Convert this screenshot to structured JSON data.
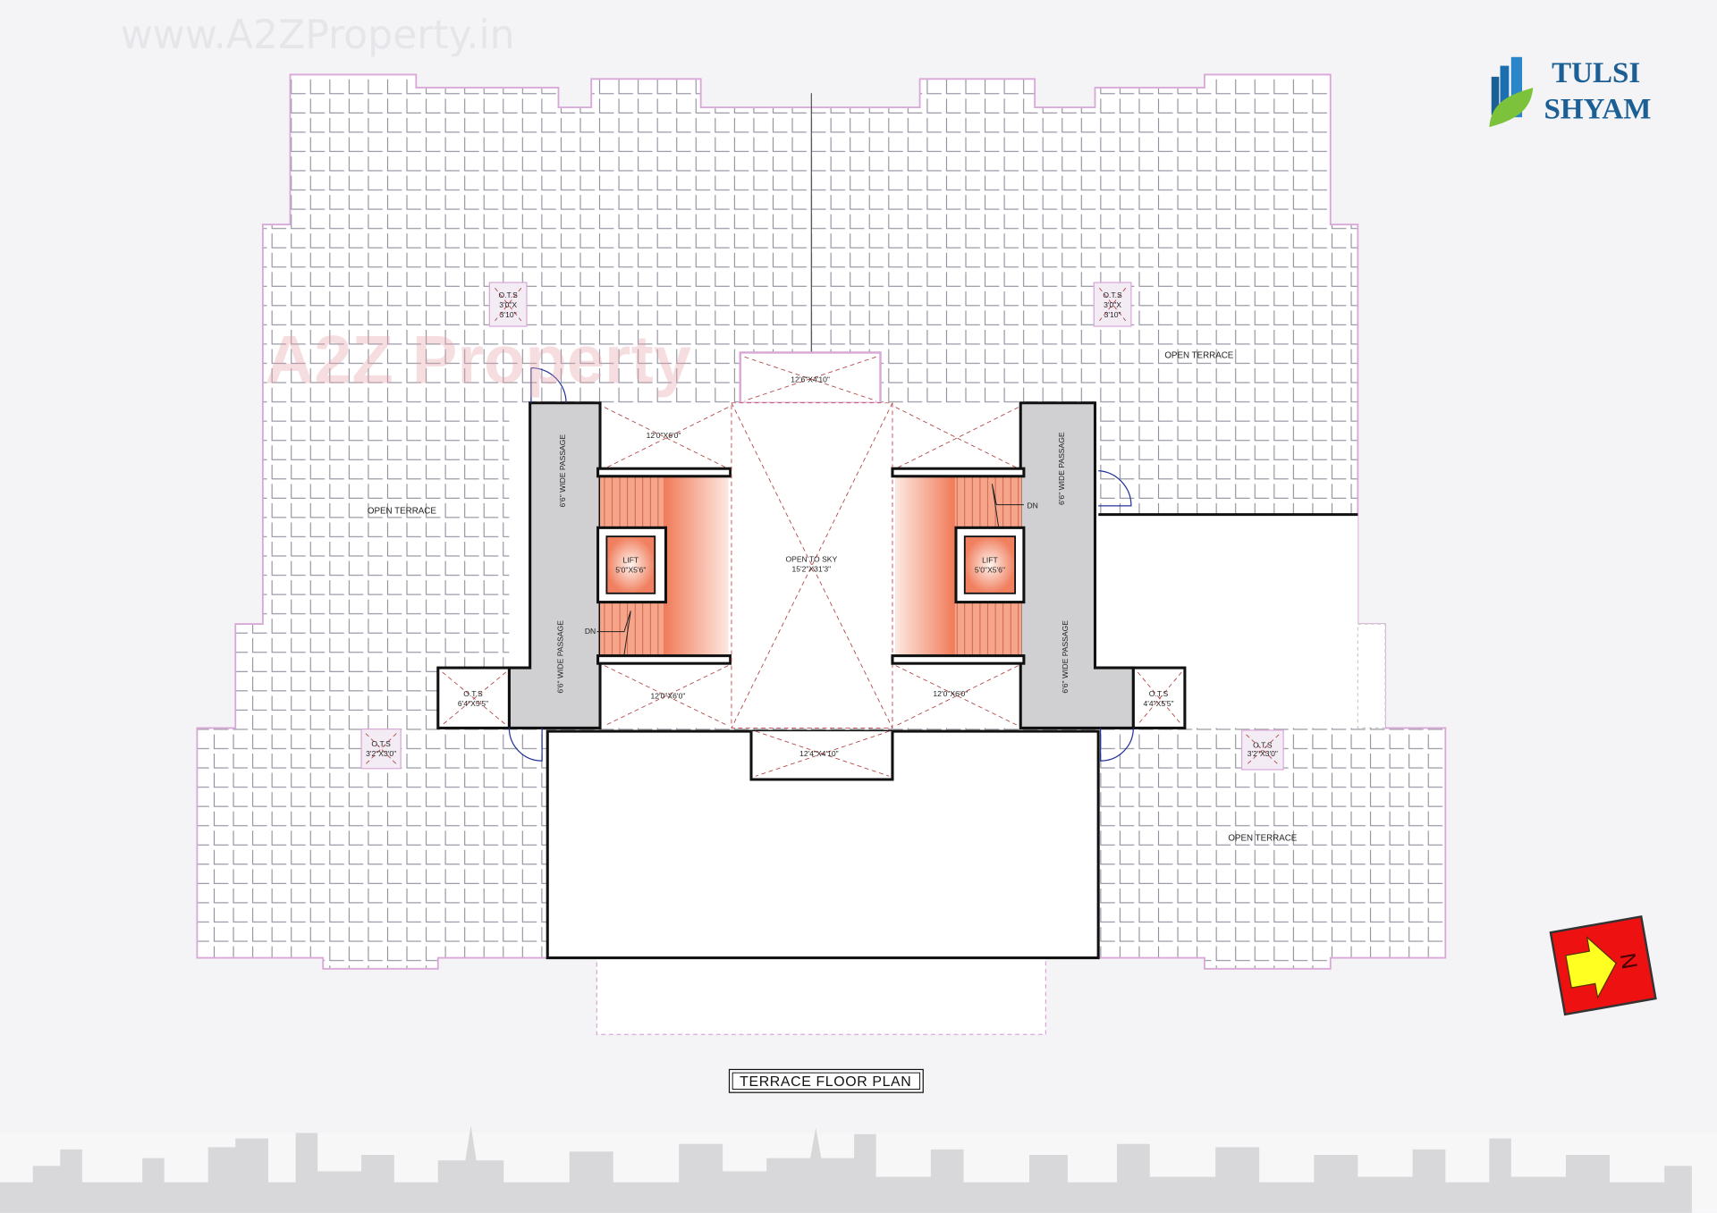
{
  "watermark": {
    "url": "www.A2ZProperty.in",
    "brand": "A2Z Property"
  },
  "logo": {
    "line1": "TULSI",
    "line2": "SHYAM"
  },
  "plan_title": "TERRACE FLOOR PLAN",
  "compass": {
    "letter": "N",
    "colors": {
      "box": "#ee1111",
      "arrow": "#ffff22"
    }
  },
  "colors": {
    "passage": "#d0d0d2",
    "stairs": "#f08a6a",
    "logo_text": "#1b5f95"
  },
  "labels": {
    "open_terrace": "OPEN TERRACE",
    "passage": "6'6\" WIDE PASSAGE",
    "lift": "LIFT",
    "lift_size": "5'0\"X5'6\"",
    "dn": "DN",
    "open_to_sky": "OPEN TO SKY",
    "open_to_sky_size": "15'2\"X31'3\"",
    "landing_size": "12'0\"X6'0\"",
    "top_duct_size": "12'6\"X4'10\"",
    "bottom_duct_size": "12'4\"X4'10\"",
    "ots": "O.T.S",
    "ots_top_line1": "3'0\"X",
    "ots_top_line2": "3'10\"",
    "ots_left_large": "6'4\"X5'5\"",
    "ots_right_large": "4'4\"X5'5\"",
    "ots_bottom_left": "3'2\"X3'0\"",
    "ots_bottom_right": "3'2\"X3'0\""
  }
}
